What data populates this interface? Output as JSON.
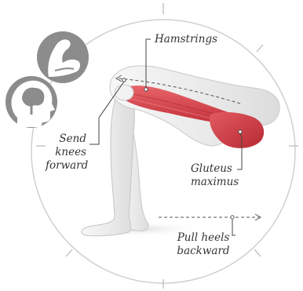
{
  "labels": {
    "hamstrings": "Hamstrings",
    "knees": [
      "Send",
      "knees",
      "forward"
    ],
    "gluteus": [
      "Gluteus",
      "maximus"
    ],
    "heels": [
      "Pull heels",
      "backward"
    ]
  },
  "icons": [
    "arm-muscle-icon",
    "brain-head-icon"
  ],
  "colors": {
    "circle": "#d0d0d0",
    "icon": "#8c8c8c",
    "muscle": "#d9454c",
    "body": "#ececec",
    "leader": "#444444"
  }
}
